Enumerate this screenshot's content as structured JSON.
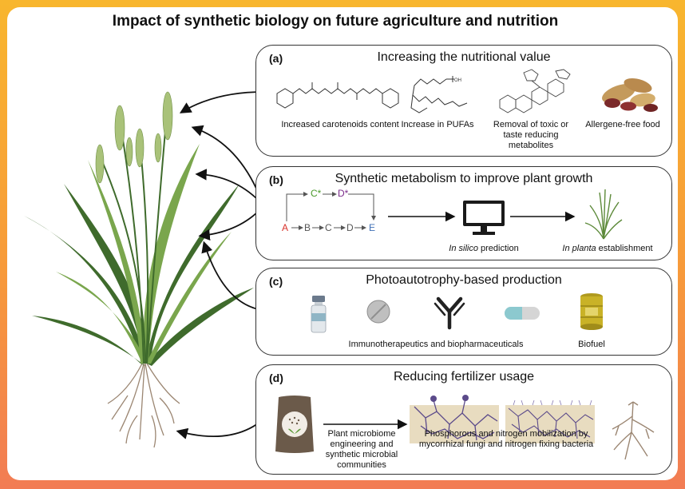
{
  "title": "Impact of synthetic biology on future agriculture and nutrition",
  "panels": {
    "a": {
      "label": "(a)",
      "title": "Increasing the nutritional value",
      "captions": [
        "Increased carotenoids content",
        "Increase in PUFAs",
        "Removal of toxic or taste reducing metabolites",
        "Allergene-free food"
      ]
    },
    "b": {
      "label": "(b)",
      "title": "Synthetic metabolism to improve plant growth",
      "path_top": [
        "C*",
        "D*"
      ],
      "path_bottom": [
        "A",
        "B",
        "C",
        "D",
        "E"
      ],
      "insilico_italic": "In silico",
      "insilico_rest": " prediction",
      "inplanta_italic": "In planta",
      "inplanta_rest": " establishment"
    },
    "c": {
      "label": "(c)",
      "title": "Photoautotrophy-based production",
      "caption_immuno": "Immunotherapeutics and biopharmaceuticals",
      "caption_biofuel": "Biofuel"
    },
    "d": {
      "label": "(d)",
      "title": "Reducing fertilizer usage",
      "caption_microbiome": "Plant microbiome engineering and synthetic microbial communities",
      "caption_mobilization": "Phosphorous and nitrogen mobilization by mycorrhizal fungi and nitrogen fixing bacteria"
    }
  },
  "colors": {
    "frame_top": "#f8b62e",
    "frame_bottom": "#f27c54",
    "plant_dark": "#3f6b2c",
    "plant_light": "#7aa64d",
    "path_red": "#d8322b",
    "path_green": "#4a9a2b",
    "path_purple": "#7b2c8b",
    "path_blue": "#3f6fb5",
    "root_brown": "#9b8672"
  },
  "icons": [
    "plant-illustration",
    "carotenoid-molecule",
    "pufa-molecule",
    "steroid-molecule",
    "peanut-icon",
    "computer-icon",
    "seedling-icon",
    "vial-icon",
    "pill-icon",
    "antibody-icon",
    "capsule-icon",
    "barrel-icon",
    "fertilizer-bag-icon",
    "soil-fungi-icon",
    "soil-network-icon",
    "root-icon"
  ]
}
